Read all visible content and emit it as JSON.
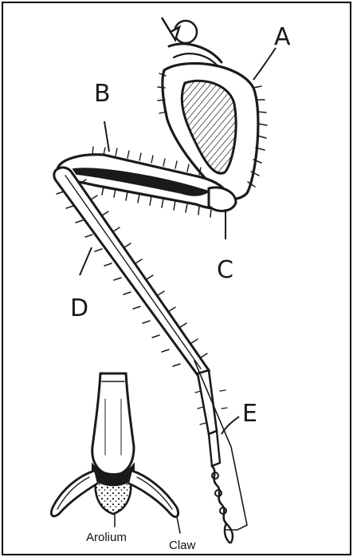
{
  "diagram": {
    "labels": {
      "a": "A",
      "b": "B",
      "c": "C",
      "d": "D",
      "e": "E"
    },
    "inset_labels": {
      "arolium": "Arolium",
      "claw": "Claw"
    }
  },
  "colors": {
    "ink": "#1a1a1a",
    "paper": "#ffffff",
    "border": "#000000"
  }
}
